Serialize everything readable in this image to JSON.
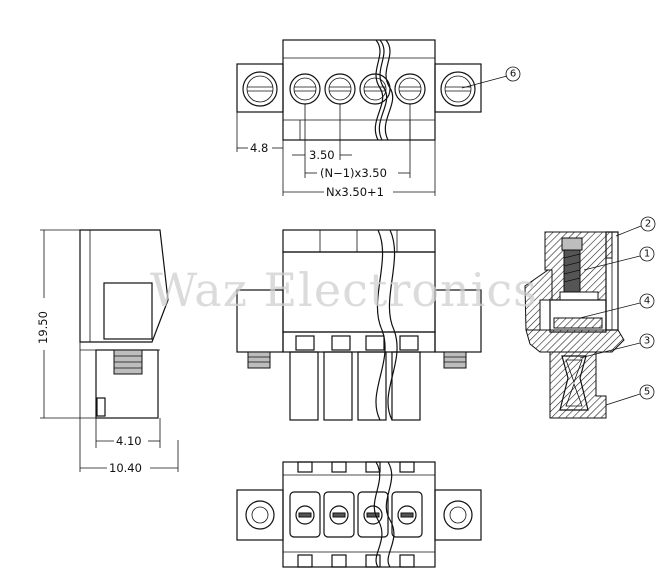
{
  "watermark": "Waz Electronics",
  "top_view": {
    "dims": {
      "flange": "4.8",
      "pitch": "3.50",
      "span": "(N−1)x3.50",
      "total": "Nx3.50+1"
    },
    "callout": "6"
  },
  "side_view": {
    "dims": {
      "height": "19.50",
      "inner_width": "4.10",
      "outer_width": "10.40"
    }
  },
  "section_view": {
    "callouts": [
      "2",
      "1",
      "4",
      "3",
      "5"
    ]
  }
}
